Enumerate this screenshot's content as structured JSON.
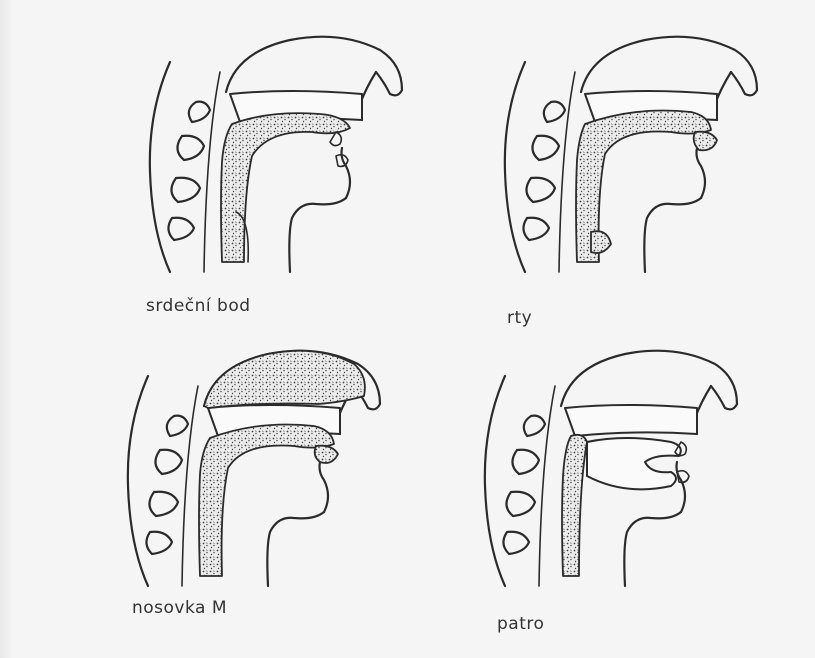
{
  "panels": [
    {
      "id": "heart-point",
      "label": "srdeční bod"
    },
    {
      "id": "lips",
      "label": "rty"
    },
    {
      "id": "nasal-m",
      "label": "nosovka M"
    },
    {
      "id": "palate",
      "label": "patro"
    }
  ]
}
